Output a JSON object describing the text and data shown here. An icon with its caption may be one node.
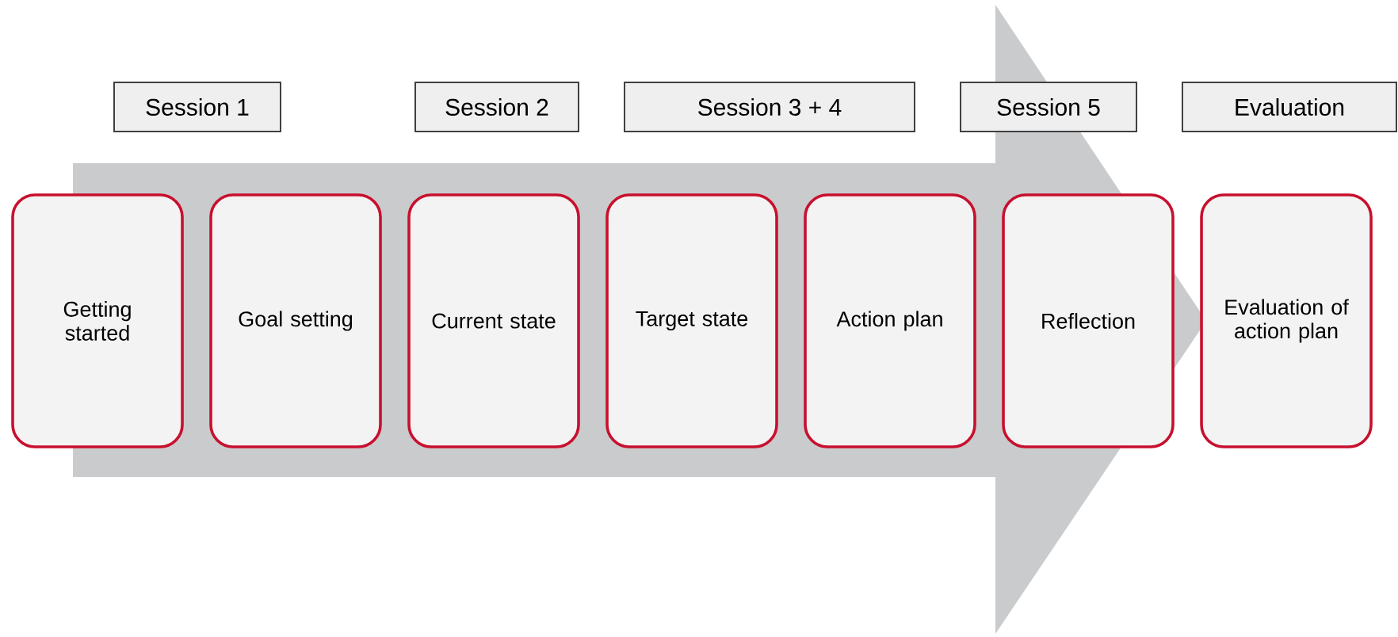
{
  "diagram": {
    "nodes": [
      {
        "text": [
          "Session 1"
        ]
      },
      {
        "text": [
          "Session 2"
        ]
      },
      {
        "text": [
          "Session 3 + 4"
        ]
      },
      {
        "text": [
          "Session 5"
        ]
      },
      {
        "text": [
          "Evaluation"
        ]
      },
      {
        "text": [
          "Getting started"
        ]
      },
      {
        "text": [
          "Goal setting"
        ]
      },
      {
        "text": [
          "Current state"
        ]
      },
      {
        "text": [
          "Target state"
        ]
      },
      {
        "text": [
          "Action plan"
        ]
      },
      {
        "text": [
          "Reflection"
        ]
      },
      {
        "text": [
          "Evaluation of action plan"
        ]
      }
    ],
    "edges": [
      {
        "from": 5,
        "to": 11,
        "arrow": "to"
      }
    ]
  }
}
